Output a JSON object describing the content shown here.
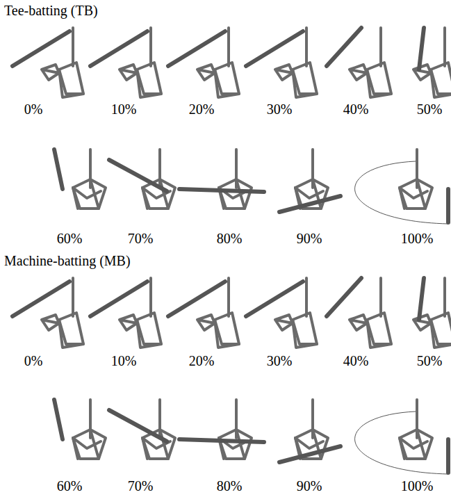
{
  "diagram": {
    "labels": [
      "Tee-batting (TB)",
      "0%",
      "10%",
      "20%",
      "30%",
      "40%",
      "50%",
      "60%",
      "70%",
      "80%",
      "90%",
      "100%",
      "Machine-batting (MB)",
      "0%",
      "10%",
      "20%",
      "30%",
      "40%",
      "50%",
      "60%",
      "70%",
      "80%",
      "90%",
      "100%"
    ]
  }
}
